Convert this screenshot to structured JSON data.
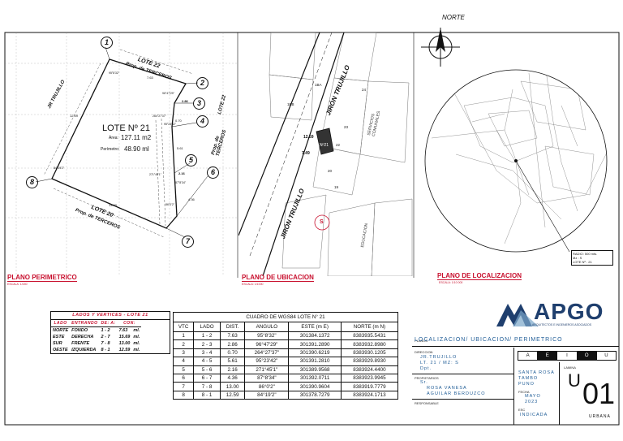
{
  "north_label": "NORTE",
  "perimetric": {
    "title": "PLANO PERIMETRICO",
    "scale": "ESCALA: 1/150",
    "lot_name": "LOTE Nº 21",
    "area_label": "Área:",
    "area_value": "127.11 m2",
    "perimeter_label": "Perímetro:",
    "perimeter_value": "48.90 ml",
    "street": "JR TRUJILLO",
    "neighbors": [
      {
        "text": "LOTE 22"
      },
      {
        "text": "Prop. de TERCEROS"
      },
      {
        "text": "LOTE 22"
      },
      {
        "text": "Prop. de TERCEROS"
      },
      {
        "text": "LOTE 20"
      },
      {
        "text": "Prop. de TERCEROS"
      }
    ],
    "vertices": [
      "1",
      "2",
      "3",
      "4",
      "5",
      "6",
      "7",
      "8"
    ],
    "dims": [
      "7.63",
      "2.86",
      "0.70",
      "5.61",
      "2.16",
      "4.36",
      "13.00",
      "12.59"
    ],
    "angles": [
      "95°8'32\"",
      "96°47'29\"",
      "264°27'37\"",
      "95°23'42\"",
      "271°45'1\"",
      "87°8'34\"",
      "86°0'2\"",
      "84°19'2\""
    ]
  },
  "location": {
    "title": "PLANO DE UBICACION",
    "scale": "ESCALA: 1/1000",
    "street1": "JIRÓN TRUJILLO",
    "street2": "JIRÓN TRUJILLO",
    "lot_label": "Nº21",
    "dim1": "12.59",
    "dim2": "7.49",
    "lots": [
      "1BA",
      "1BB",
      "24",
      "23",
      "22",
      "20",
      "19",
      "S"
    ],
    "blocks": [
      "SERVICIOS COMUNALES",
      "EDUCACION"
    ]
  },
  "locality": {
    "title": "PLANO DE LOCALIZACION",
    "scale": "ESCALA: 1/10 000",
    "note_lines": [
      "RADIO: 500 mts.",
      "Mz : S",
      "LOTE Nº : 21"
    ]
  },
  "lados_table": {
    "title": "LADOS Y VERTICES - LOTE 21",
    "headers": [
      "LADO",
      "ENTRANDO",
      "DE: A:",
      "CON:"
    ],
    "rows": [
      [
        "NORTE",
        "FONDO",
        "1 - 2",
        "7.63",
        "ml."
      ],
      [
        "ESTE",
        "DERECHA",
        "2 - 7",
        "15.69",
        "ml."
      ],
      [
        "SUR",
        "FRENTE",
        "7 - 8",
        "13.00",
        "ml."
      ],
      [
        "OESTE",
        "IZQUIERDA",
        "8 - 1",
        "12.59",
        "ml."
      ]
    ]
  },
  "coord_table": {
    "title": "CUADRO DE WGS84 LOTE N° 21",
    "headers": [
      "VTC",
      "LADO",
      "DIST.",
      "ANGULO",
      "ESTE (m E)",
      "NORTE (m N)"
    ],
    "rows": [
      [
        "1",
        "1 - 2",
        "7.63",
        "95°8'32\"",
        "301384.1372",
        "8383935.5431"
      ],
      [
        "2",
        "2 - 3",
        "2.86",
        "96°47'29\"",
        "301391.2890",
        "8383932.8980"
      ],
      [
        "3",
        "3 - 4",
        "0.70",
        "264°27'37\"",
        "301390.6219",
        "8383930.1205"
      ],
      [
        "4",
        "4 - 5",
        "5.61",
        "95°23'42\"",
        "301391.2810",
        "8383929.8930"
      ],
      [
        "5",
        "5 - 6",
        "2.16",
        "271°45'1\"",
        "301389.9568",
        "8383924.4400"
      ],
      [
        "6",
        "6 - 7",
        "4.36",
        "87°8'34\"",
        "301392.0711",
        "8383923.9945"
      ],
      [
        "7",
        "7 - 8",
        "13.00",
        "86°0'2\"",
        "301390.9604",
        "8383919.7779"
      ],
      [
        "8",
        "8 - 1",
        "12.59",
        "84°19'2\"",
        "301378.7279",
        "8383924.1713"
      ]
    ]
  },
  "title_block": {
    "logo": "APGO",
    "logo_sub": "ARQUITECTOS E INGENIEROS ASOCIADOS",
    "planos_label": "PLANOS",
    "planos_value": "LOCALIZACION/ UBICACION/ PERIMETRICO",
    "scale_letters": [
      "A",
      "E",
      "I",
      "O",
      "U"
    ],
    "direccion_label": "DIRECCION",
    "direccion_lines": [
      "JR.TRUJILLO",
      "LT. 21 / MZ: S",
      "Dpt."
    ],
    "propietarios_label": "PROPIETARIOS",
    "propietarios_lines": [
      "Sr.",
      "ROSA VANESA",
      "AGUILAR BERDUZCO"
    ],
    "responsable_label": "RESPONSABLE",
    "location_lines": [
      "SANTA ROSA",
      "TAMBO",
      "PUNO"
    ],
    "fecha_label": "FECHA",
    "fecha_lines": [
      "MAYO",
      "2023"
    ],
    "escala_label": "ESC",
    "escala_value": "INDICADA",
    "lamina_label": "LAMINA",
    "lamina_prefix": "U",
    "lamina_number": "01",
    "lamina_type": "URBANA"
  }
}
